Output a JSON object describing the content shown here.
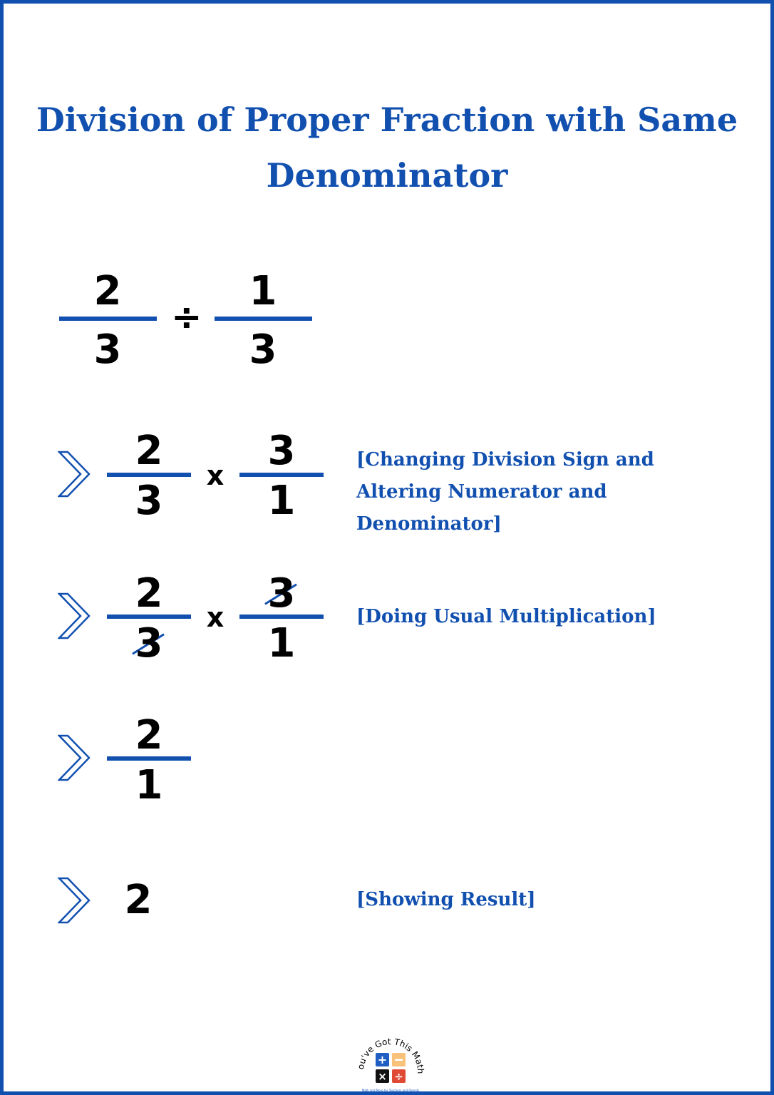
{
  "title": "Division of Proper Fraction with Same Denominator",
  "problem": {
    "numerator1": "2",
    "denominator1": "3",
    "operator": "÷",
    "numerator2": "1",
    "denominator2": "3"
  },
  "steps": [
    {
      "numerator1": "2",
      "denominator1": "3",
      "operator": "x",
      "numerator2": "3",
      "denominator2": "1",
      "note": "[Changing Division Sign and Altering Numerator and Denominator]"
    },
    {
      "numerator1": "2",
      "denominator1": "3",
      "operator": "x",
      "numerator2": "3",
      "denominator2": "1",
      "note": "[Doing Usual Multiplication]",
      "crossed_out": [
        "denominator1",
        "numerator2"
      ]
    },
    {
      "numerator1": "2",
      "denominator1": "1"
    },
    {
      "value": "2",
      "note": "[Showing Result]"
    }
  ],
  "logo": {
    "text": "You've Got This Math",
    "tagline": "Math and More for Teachers and Parents"
  },
  "colors": {
    "accent": "#1250b0",
    "text": "#000000"
  },
  "icons": {
    "step_marker": "chevron-right-outline-icon"
  }
}
